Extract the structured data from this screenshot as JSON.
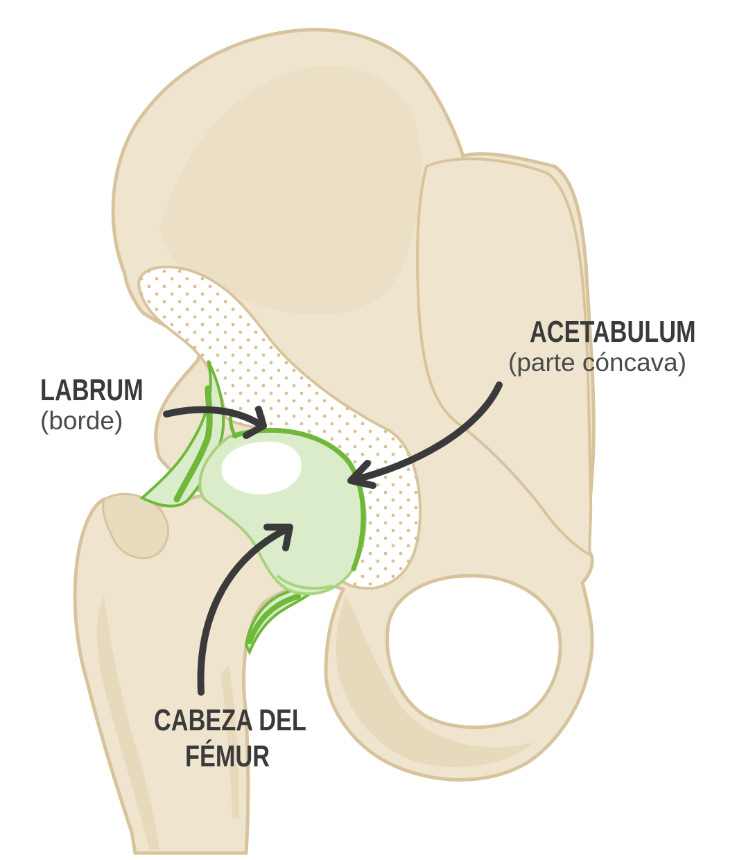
{
  "labels": {
    "labrum": {
      "title": "LABRUM",
      "subtitle": "(borde)"
    },
    "acetabulum": {
      "title": "ACETABULUM",
      "subtitle": "(parte cóncava)"
    },
    "cabeza": {
      "line1": "CABEZA DEL",
      "line2": "FÉMUR"
    }
  },
  "colors": {
    "bone_fill": "#efe5cf",
    "bone_shade": "#e4d5b3",
    "bone_outline": "#d8c49c",
    "cartilage_fill": "#dbeccb",
    "labrum_green": "#6fb83a",
    "dots": "#d9c08f",
    "arrow": "#3a3a3a",
    "text": "#3a3a3a"
  }
}
